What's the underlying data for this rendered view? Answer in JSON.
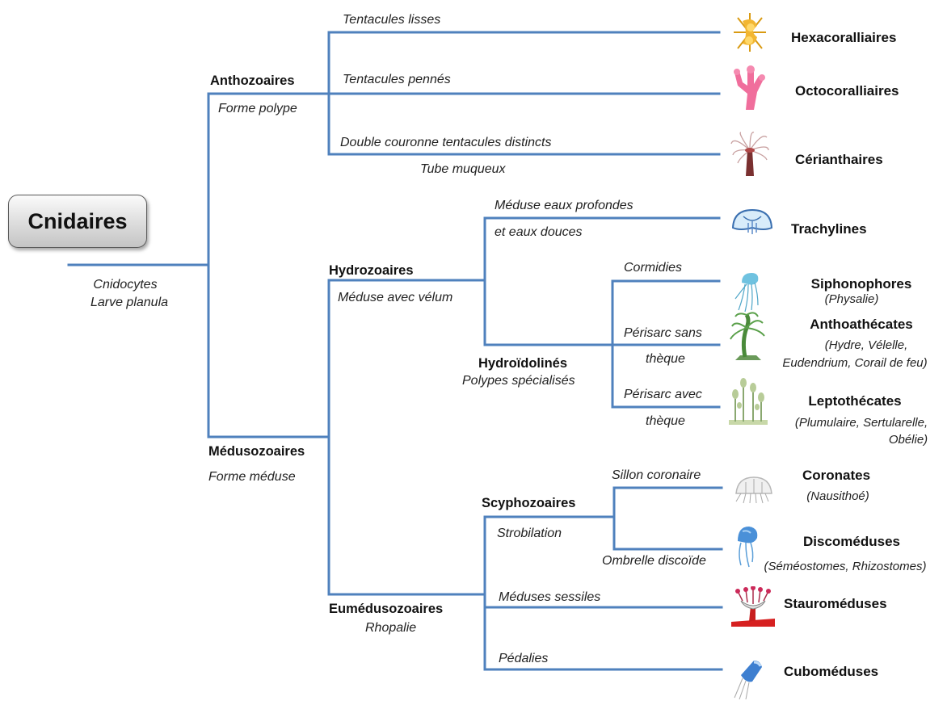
{
  "root": {
    "title": "Cnidaires",
    "traits": [
      "Cnidocytes",
      "Larve planula"
    ]
  },
  "groups": {
    "anthozoaires": {
      "name": "Anthozoaires",
      "trait": "Forme polype"
    },
    "medusozoaires": {
      "name": "Médusozoaires",
      "trait": "Forme méduse"
    },
    "hydrozoaires": {
      "name": "Hydrozoaires",
      "trait": "Méduse avec vélum"
    },
    "hydroidolines": {
      "name": "Hydroïdolinés",
      "trait": "Polypes spécialisés"
    },
    "eumedusozoaires": {
      "name": "Eumédusozoaires",
      "trait": "Rhopalie"
    },
    "scyphozoaires": {
      "name": "Scyphozoaires",
      "trait": "Strobilation"
    }
  },
  "branch_traits": {
    "tentacules_lisses": "Tentacules lisses",
    "tentacules_pennes": "Tentacules pennés",
    "double_couronne": "Double couronne tentacules distincts",
    "tube_muqueux": "Tube muqueux",
    "meduse_eaux_1": "Méduse eaux profondes",
    "meduse_eaux_2": "et eaux douces",
    "cormidies": "Cormidies",
    "perisarc_sans_1": "Périsarc sans",
    "perisarc_sans_2": "thèque",
    "perisarc_avec_1": "Périsarc avec",
    "perisarc_avec_2": "thèque",
    "sillon_coronaire": "Sillon coronaire",
    "ombrelle_discoide": "Ombrelle discoïde",
    "meduses_sessiles": "Méduses sessiles",
    "pedalies": "Pédalies"
  },
  "leaves": {
    "hexacoralliaires": {
      "name": "Hexacoralliaires",
      "icon": "yellow-coral-icon"
    },
    "octocoralliaires": {
      "name": "Octocoralliaires",
      "icon": "pink-coral-icon"
    },
    "cerianthaires": {
      "name": "Cérianthaires",
      "icon": "tube-anemone-icon"
    },
    "trachylines": {
      "name": "Trachylines",
      "icon": "jellyfish-icon"
    },
    "siphonophores": {
      "name": "Siphonophores",
      "examples": [
        "(Physalie)"
      ],
      "icon": "siphonophore-icon"
    },
    "anthoathecates": {
      "name": "Anthoathécates",
      "examples": [
        "(Hydre, Vélelle,",
        "Eudendrium, Corail de feu)"
      ],
      "icon": "hydroid-polyp-icon"
    },
    "leptothecates": {
      "name": "Leptothécates",
      "examples": [
        "(Plumulaire, Sertularelle,",
        "Obélie)"
      ],
      "icon": "hydroid-colony-icon"
    },
    "coronates": {
      "name": "Coronates",
      "examples": [
        "(Nausithoé)"
      ],
      "icon": "crown-jellyfish-icon"
    },
    "discomeduses": {
      "name": "Discoméduses",
      "examples": [
        "(Séméostomes, Rhizostomes)"
      ],
      "icon": "disc-jellyfish-icon"
    },
    "stauromeduses": {
      "name": "Stauroméduses",
      "icon": "stalked-jellyfish-icon"
    },
    "cubomeduses": {
      "name": "Cuboméduses",
      "icon": "box-jellyfish-icon"
    }
  },
  "colors": {
    "line": "#4f81bd"
  }
}
